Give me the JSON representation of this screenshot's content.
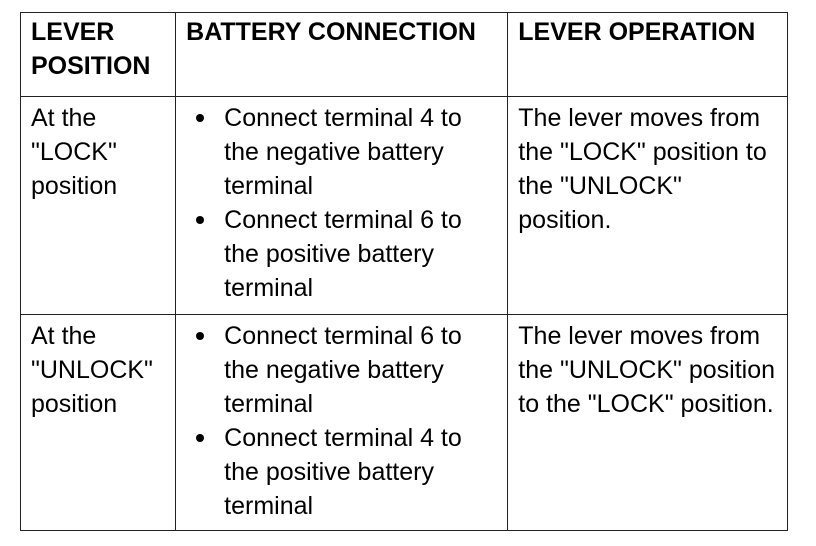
{
  "table": {
    "headers": {
      "lever_position": "LEVER POSITION",
      "battery_connection": "BATTERY CONNECTION",
      "lever_operation": "LEVER OPERATION"
    },
    "rows": [
      {
        "position": "At the \"LOCK\" position",
        "connections": [
          "Connect terminal 4 to the negative battery terminal",
          "Connect terminal 6 to the positive battery terminal"
        ],
        "operation": "The lever moves from the \"LOCK\" position to the \"UNLOCK\" position."
      },
      {
        "position": "At the \"UNLOCK\" position",
        "connections": [
          "Connect terminal 6 to the negative battery terminal",
          "Connect terminal 4 to the positive battery terminal"
        ],
        "operation": "The lever moves from the \"UNLOCK\" position to the \"LOCK\" position."
      }
    ]
  }
}
